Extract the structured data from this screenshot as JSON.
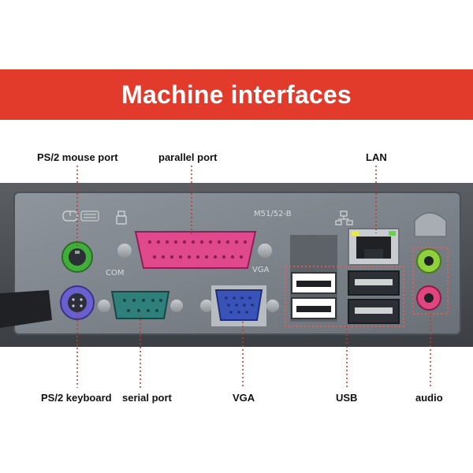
{
  "title": "Machine interfaces",
  "colors": {
    "banner": "#e23b2c",
    "leader_line": "#c0392b",
    "panel": "#9aa1a8",
    "mouse_port": "#3fae3a",
    "keyboard_port": "#6a5fcf",
    "parallel_port": "#e04a8c",
    "serial_port": "#2f7f7a",
    "vga_port": "#3a53b8",
    "audio_line_in": "#8fd13d",
    "audio_mic": "#e0457f"
  },
  "labels": {
    "ps2_mouse": "PS/2 mouse port",
    "parallel": "parallel port",
    "lan": "LAN",
    "ps2_keyboard": "PS/2 keyboard",
    "serial": "serial port",
    "vga": "VGA",
    "usb": "USB",
    "audio": "audio"
  },
  "panel_marks": {
    "model": "M51/52-B",
    "com": "COM",
    "vga": "VGA"
  },
  "icons": [
    "mouse-icon",
    "printer-icon",
    "network-icon"
  ]
}
